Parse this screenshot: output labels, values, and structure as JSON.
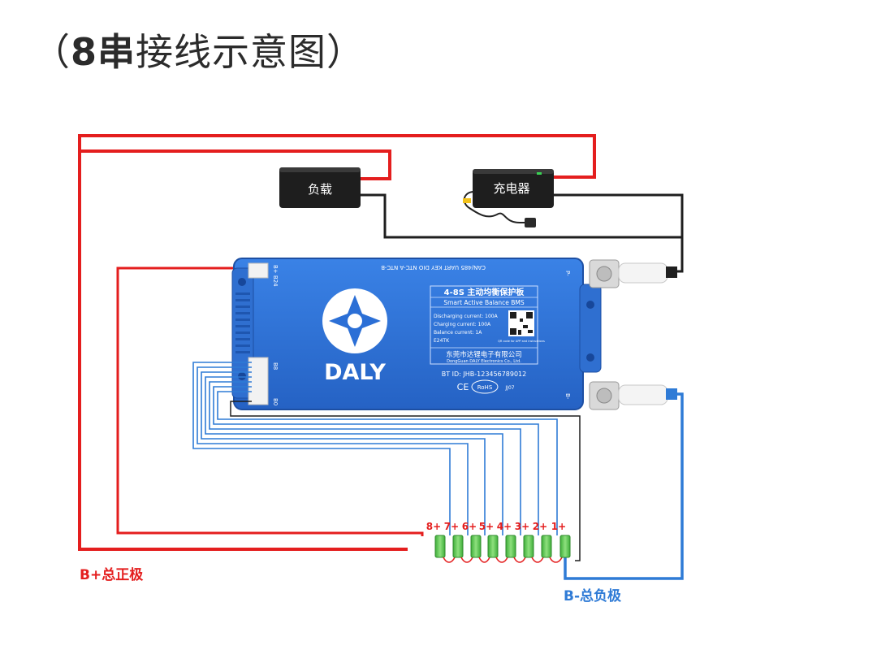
{
  "title": {
    "open": "（",
    "bold": "8串",
    "rest": "接线示意图",
    "close": "）"
  },
  "load_label": "负载",
  "charger_label": "充电器",
  "bms": {
    "brand": "DALY",
    "pins_top": "B+  B24",
    "pins_mid": "B8",
    "pins_bot": "B0",
    "port_labels": "CAN/485  UART  KEY  DIO  NTC-A  NTC-B",
    "p_minus": "P-",
    "b_minus": "B-",
    "model": "4-8S 主动均衡保护板",
    "model_en": "Smart Active Balance BMS",
    "specs": [
      "Discharging current: 100A",
      "Charging current: 100A",
      "Balance current: 1A",
      "E24TK"
    ],
    "qr_note": "QR code for APP and instructions",
    "company_cn": "东莞市达锂电子有限公司",
    "company_en": "DongGuan DALY Electronics Co., Ltd.",
    "bt_id": "BT ID: JHB-123456789012",
    "ce": "CE",
    "rohs": "RoHS",
    "code": "JJ07"
  },
  "cells": [
    "8+",
    "7+",
    "6+",
    "5+",
    "4+",
    "3+",
    "2+",
    "1+"
  ],
  "b_plus_label": "B+总正极",
  "b_minus_label": "B-总负极",
  "colors": {
    "red": "#e41e1e",
    "blue": "#2f7bd6",
    "board": "#2b6fd6",
    "dark": "#1f1f1f"
  }
}
